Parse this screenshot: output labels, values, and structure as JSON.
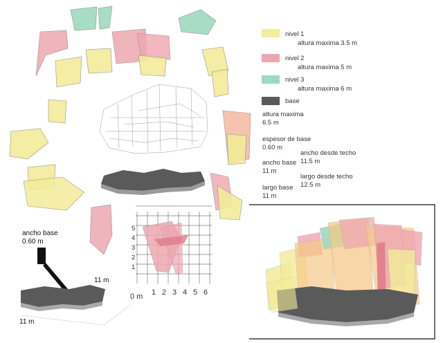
{
  "legend": [
    {
      "level": "nivel 1",
      "height": "altura maxima 3.5 m",
      "color": "#f3ec9a"
    },
    {
      "level": "nivel 2",
      "height": "altura maxima 5 m",
      "color": "#eea7b0"
    },
    {
      "level": "nivel 3",
      "height": "altura maxima 6 m",
      "color": "#9fd9bf"
    },
    {
      "level": "base",
      "height": "",
      "color": "#5a5a5a"
    }
  ],
  "specs": {
    "altura_label": "altura maxima",
    "altura_value": "6.5 m",
    "espesor_label": "espesor de base",
    "espesor_value": "0.60 m",
    "ancho_base_label": "ancho base",
    "ancho_base_value": "11 m",
    "largo_base_label": "largo base",
    "largo_base_value": "11 m",
    "ancho_techo_label": "ancho desde techo",
    "ancho_techo_value": "11.5 m",
    "largo_techo_label": "largo desde techo",
    "largo_techo_value": "12.5 m"
  },
  "base_detail": {
    "label": "ancho base",
    "value": "0.60 m",
    "dim_right": "11 m",
    "dim_left": "11 m"
  },
  "grid_chart": {
    "y_ticks": [
      "1",
      "2",
      "3",
      "4",
      "5"
    ],
    "x_ticks": [
      "0 m",
      "1",
      "2",
      "3",
      "4",
      "5",
      "6"
    ]
  }
}
